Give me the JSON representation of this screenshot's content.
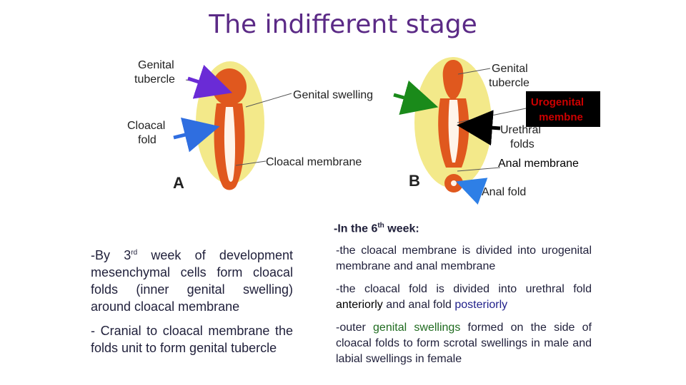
{
  "title": "The indifferent stage",
  "figure": {
    "label_genital_tubercle_a": [
      "Genital",
      "tubercle"
    ],
    "label_cloacal_fold": [
      "Cloacal",
      "fold"
    ],
    "label_genital_swelling": "Genital swelling",
    "label_cloacal_membrane": "Cloacal membrane",
    "panel_a": "A",
    "panel_b": "B",
    "label_genital_tubercle_b": [
      "Genital",
      "tubercle"
    ],
    "label_urogenital": [
      "Urogenital",
      "membne"
    ],
    "label_urethral_folds": [
      "Urethral",
      "folds"
    ],
    "label_anal_membrane": "Anal membrane",
    "label_anal_fold": "Anal fold",
    "colors": {
      "swelling": "#f3e98a",
      "tissue": "#e0581e",
      "arrow_purple": "#6a2bd6",
      "arrow_blue": "#2f6ee0",
      "arrow_green": "#1a8a1a",
      "arrow_black": "#000000",
      "arrow_cyan": "#2e7fe6",
      "accent_red": "#cc0000"
    }
  },
  "left": {
    "p1_prefix": "-By 3",
    "p1_sup": "rd",
    "p1_rest": " week of development mesenchymal cells form cloacal folds (inner genital swelling) around cloacal membrane",
    "p2": "- Cranial to cloacal membrane the folds unit to form genital tubercle"
  },
  "right": {
    "head_prefix": "-In the 6",
    "head_sup": "th",
    "head_rest": " week:",
    "p1": "-the cloacal membrane is divided into urogenital membrane and anal membrane",
    "p2_a": "-the cloacal fold is divided into urethral fold ",
    "p2_b": "anteriorly",
    "p2_c": " and anal fold ",
    "p2_d": "posteriorly",
    "p3_a": "-outer ",
    "p3_b": "genital swellings",
    "p3_c": " formed on the side of cloacal folds to form scrotal swellings in male and labial swellings in female"
  }
}
